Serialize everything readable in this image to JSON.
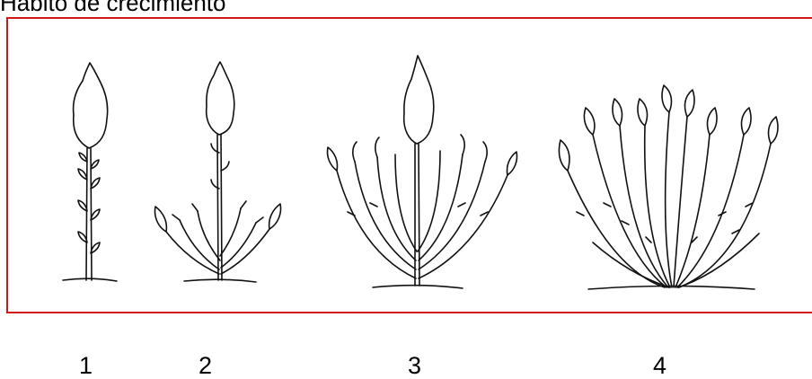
{
  "title": "Hábito de crecimiento",
  "labels": [
    "1",
    "2",
    "3",
    "4"
  ],
  "colors": {
    "frame": "#d01818",
    "ink": "#111111",
    "background": "#ffffff"
  },
  "plants": [
    {
      "label": "1",
      "form": "single upright stem with leaf buds and terminal leaf"
    },
    {
      "label": "2",
      "form": "central stem with low branching"
    },
    {
      "label": "3",
      "form": "central stem with many arching branches"
    },
    {
      "label": "4",
      "form": "rounded bushy shrub with many stems"
    }
  ]
}
